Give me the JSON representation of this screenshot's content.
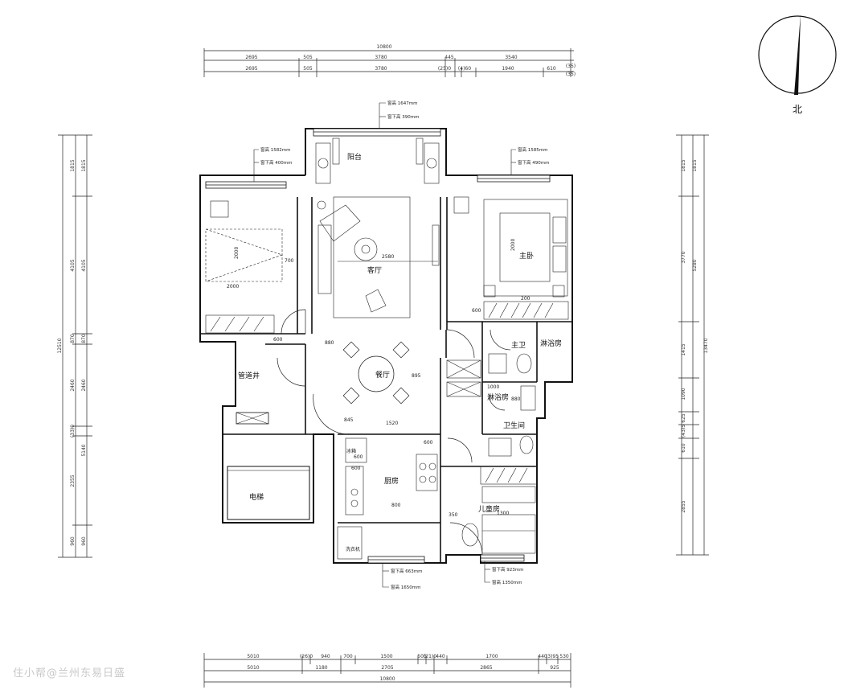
{
  "dimensions": {
    "top_total": "10800",
    "top_row1": [
      "2695",
      "505",
      "3780",
      "445",
      "3540",
      "(35)"
    ],
    "top_row2": [
      "2695",
      "505",
      "3780",
      "(25)0",
      "(4)60",
      "1940",
      "610",
      "(35)"
    ],
    "bottom_row1": [
      "5010",
      "(26)0",
      "940",
      "700",
      "1500",
      "505",
      "(21)0",
      "440",
      "1700",
      "440",
      "(3)95",
      "530"
    ],
    "bottom_row2": [
      "5010",
      "1180",
      "2705",
      "2865",
      "925"
    ],
    "bottom_total": "10800",
    "left_total": "12510",
    "left_col2": [
      "1815",
      "4105",
      "870",
      "2460",
      "(33)0",
      "2355",
      "960"
    ],
    "left_col3": [
      "1815",
      "4105",
      "870",
      "2460",
      "5140",
      "960"
    ],
    "right_total": "13470",
    "right_col2": [
      "1815",
      "5280",
      "1415",
      "1090",
      "625",
      "(43)5",
      "610",
      "2855"
    ],
    "right_col3": [
      "1815",
      "3770"
    ],
    "interior": [
      "2000",
      "2000",
      "700",
      "600",
      "880",
      "2580",
      "1520",
      "600",
      "600",
      "600",
      "800",
      "350",
      "1000",
      "880",
      "895",
      "600",
      "845",
      "2000",
      "200",
      "1300"
    ]
  },
  "rooms": {
    "balcony": "阳台",
    "living": "客厅",
    "master": "主卧",
    "master_bath": "主卫",
    "shower_1": "淋浴房",
    "dining": "餐厅",
    "shower_2": "淋浴房",
    "bathroom": "卫生间",
    "kitchen": "厨房",
    "children": "儿童房",
    "duct": "管道井",
    "elevator": "电梯",
    "fridge": "冰箱",
    "washer": "洗衣机"
  },
  "window_notes": {
    "top_height": "窗高 1647mm",
    "top_sill": "窗下高 390mm",
    "left_height": "窗高 1582mm",
    "left_sill": "窗下高 400mm",
    "right_height": "窗高 1585mm",
    "right_sill": "窗下高 490mm",
    "bottom_sill": "窗下高 663mm",
    "bottom_height": "窗高 1650mm",
    "bottom_right_sill": "窗下高 923mm",
    "bottom_right_height": "窗高 1350mm"
  },
  "compass": {
    "label": "北"
  },
  "watermark": "住小帮@兰州东易日盛"
}
